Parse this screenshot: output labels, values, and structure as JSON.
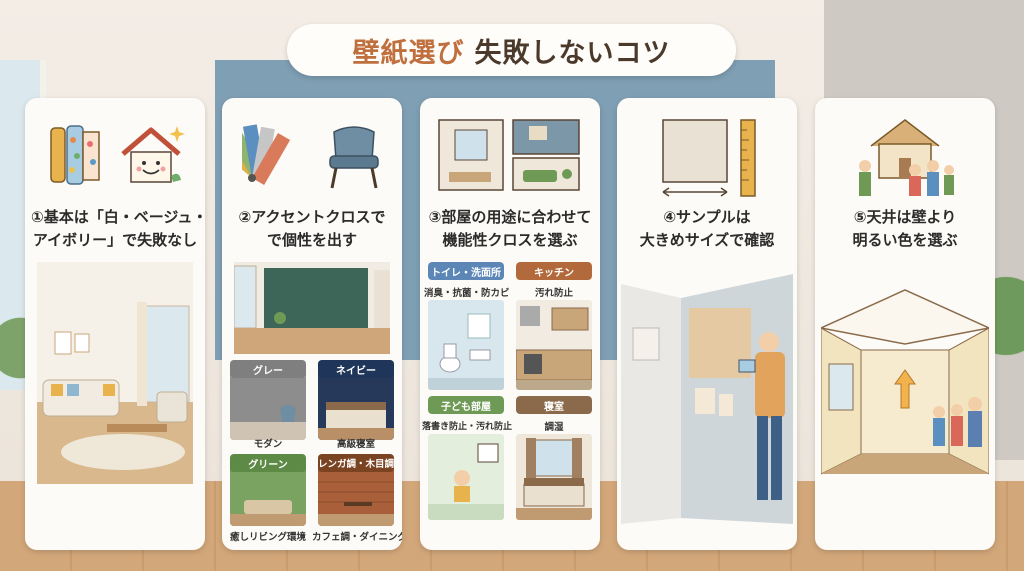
{
  "title": {
    "part1": "壁紙選び",
    "part2": "失敗しないコツ"
  },
  "cards": [
    {
      "title_line1": "①基本は「白・ベージュ・",
      "title_line2": "アイボリー」で失敗なし"
    },
    {
      "title_line1": "②アクセントクロスで",
      "title_line2": "で個性を出す",
      "swatches": [
        {
          "label": "グレー",
          "caption": "モダン"
        },
        {
          "label": "ネイビー",
          "caption": "高級寝室"
        },
        {
          "label": "グリーン",
          "caption": "癒しリビング環境"
        },
        {
          "label": "レンガ調・木目調",
          "caption": "カフェ調・ダイニング"
        }
      ]
    },
    {
      "title_line1": "③部屋の用途に合わせて",
      "title_line2": "機能性クロスを選ぶ",
      "rooms": [
        {
          "label": "トイレ・洗面所",
          "caption": "消臭・抗菌・防カビ"
        },
        {
          "label": "キッチン",
          "caption": "汚れ防止"
        },
        {
          "label": "子ども部屋",
          "caption": "落書き防止・汚れ防止"
        },
        {
          "label": "寝室",
          "caption": "調湿"
        }
      ]
    },
    {
      "title_line1": "④サンプルは",
      "title_line2": "大きめサイズで確認"
    },
    {
      "title_line1": "⑤天井は壁より",
      "title_line2": "明るい色を選ぶ"
    }
  ],
  "colors": {
    "accent_orange": "#c0703e",
    "title_dark": "#4b3a2c",
    "gray": "#8a8a8a",
    "navy": "#1f3559",
    "green": "#6f9a56",
    "brick": "#a55a34",
    "blue_label": "#5b86b5",
    "brown_label": "#b26a3c"
  },
  "icons": [
    "wallpaper-rolls-icon",
    "smiling-house-icon",
    "color-swatch-fan-icon",
    "armchair-icon",
    "room-layout-icon",
    "sample-square-icon",
    "ruler-icon",
    "family-house-icon"
  ]
}
